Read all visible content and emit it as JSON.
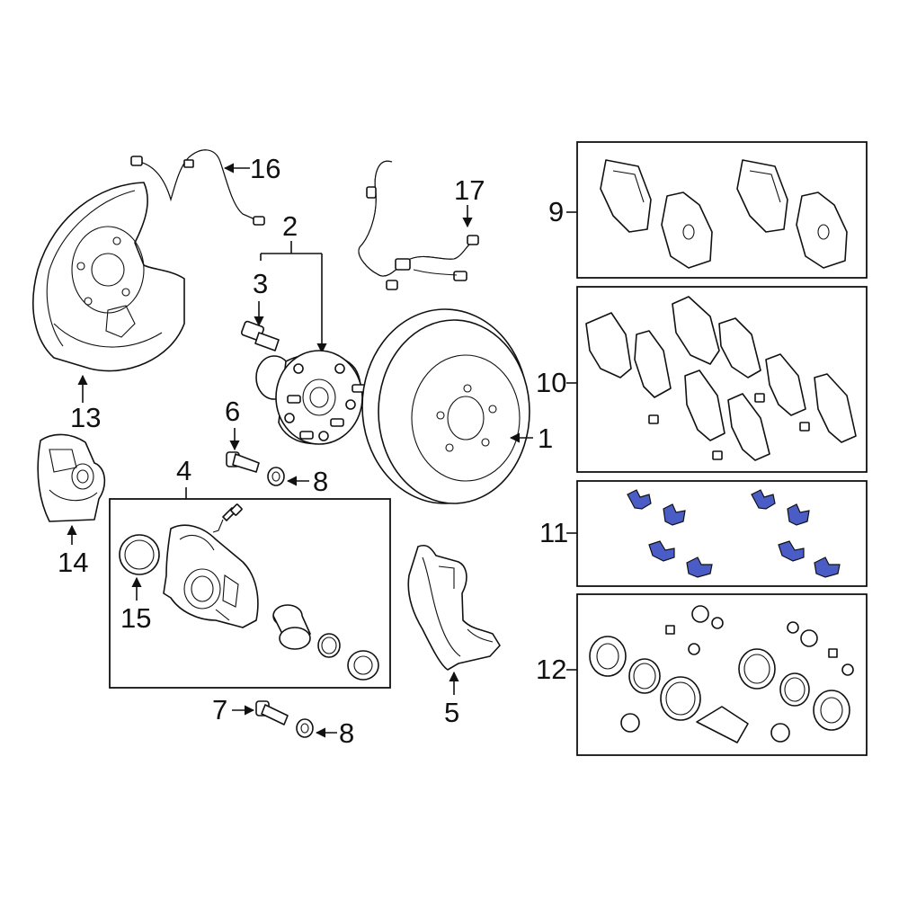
{
  "callouts": {
    "c1": "1",
    "c2": "2",
    "c3": "3",
    "c4": "4",
    "c5": "5",
    "c6": "6",
    "c7": "7",
    "c8a": "8",
    "c8b": "8",
    "c9": "9",
    "c10": "10",
    "c11": "11",
    "c12": "12",
    "c13": "13",
    "c14": "14",
    "c15": "15",
    "c16": "16",
    "c17": "17"
  },
  "colors": {
    "line": "#111111",
    "background": "#ffffff",
    "highlight": "#4a5dc7"
  }
}
